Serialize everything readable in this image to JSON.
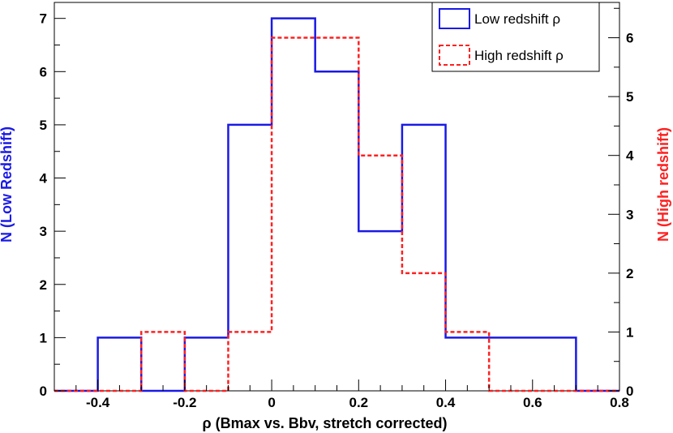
{
  "chart_data": {
    "type": "histogram",
    "xlabel": "ρ (Bmax vs. Bbv, stretch corrected)",
    "ylabel_left": "N (Low Redshift)",
    "ylabel_right": "N (High redshift)",
    "xlim": [
      -0.5,
      0.8
    ],
    "ylim_left": [
      0,
      7.3
    ],
    "ylim_right": [
      0,
      6.6
    ],
    "x_ticks": [
      "-0.4",
      "-0.2",
      "0",
      "0.2",
      "0.4",
      "0.6",
      "0.8"
    ],
    "x_tick_values": [
      -0.4,
      -0.2,
      0,
      0.2,
      0.4,
      0.6,
      0.8
    ],
    "y_left_ticks": [
      0,
      1,
      2,
      3,
      4,
      5,
      6,
      7
    ],
    "y_right_ticks": [
      0,
      1,
      2,
      3,
      4,
      5,
      6
    ],
    "bin_edges": [
      -0.5,
      -0.4,
      -0.3,
      -0.2,
      -0.1,
      0.0,
      0.1,
      0.2,
      0.3,
      0.4,
      0.5,
      0.6,
      0.7,
      0.8
    ],
    "series": [
      {
        "name": "Low redshift ρ",
        "axis": "left",
        "color": "#1a1ae6",
        "style": "solid",
        "values": [
          0,
          1,
          0,
          1,
          5,
          7,
          6,
          3,
          5,
          1,
          1,
          1,
          0
        ]
      },
      {
        "name": "High redshift ρ",
        "axis": "right",
        "color": "#ff2020",
        "style": "dashed",
        "values": [
          0,
          0,
          1,
          0,
          1,
          6,
          6,
          4,
          2,
          1,
          0,
          0,
          0
        ]
      }
    ],
    "legend_position": "top-right"
  }
}
